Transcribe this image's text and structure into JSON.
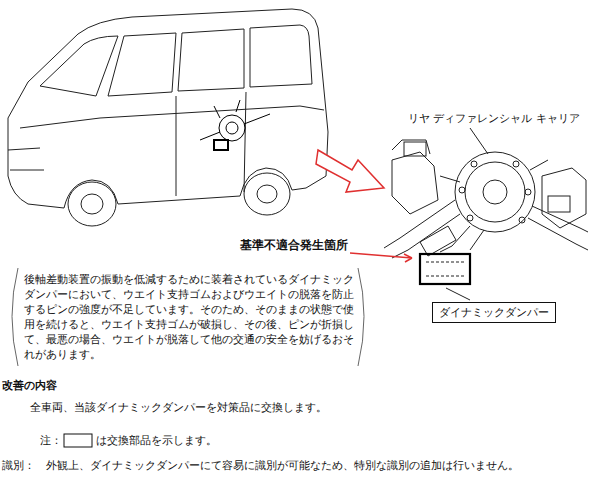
{
  "diagram": {
    "nodes": [
      {
        "text": [
          "ダイナミックダンパー"
        ]
      }
    ],
    "labels": [
      "リヤ ディファレンシャル キャリア",
      "基準不適合発生箇所",
      "後軸差動装置の振動を低減するために装着されているダイナミックダンパーにおいて、ウエイト支持ゴムおよびウエイトの脱落を防止するピンの強度が不足しています。そのため、そのままの状態で使用を続けると、ウエイト支持ゴムが破損し、その後、ピンが折損して、最悪の場合、ウエイトが脱落して他の交通の安全を妨げるおそれがあります。",
      "改善の内容",
      "全車両、当該ダイナミックダンパーを対策品に交換します。",
      "注：",
      "は交換部品を示します。",
      "識別：",
      "外観上、ダイナミックダンパーにて容易に識別が可能なため、特別な識別の追加は行いません。"
    ]
  }
}
